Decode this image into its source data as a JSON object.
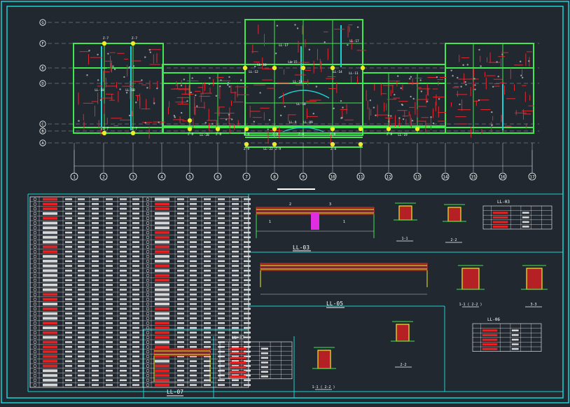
{
  "colors": {
    "background": "#212830",
    "frame": "#19d2d2",
    "beam_green": "#3fe84f",
    "beam_red": "#e6262e",
    "rebar_yellow": "#eeee22",
    "text_white": "#ffffff",
    "highlight_red": "#e52020",
    "column_magenta": "#e02de0"
  },
  "plan": {
    "row_axes": [
      "G",
      "F",
      "E",
      "D",
      "C",
      "B",
      "A"
    ],
    "col_axes": [
      "1",
      "2",
      "3",
      "4",
      "5",
      "6",
      "7",
      "8",
      "9",
      "10",
      "11",
      "12",
      "13",
      "14",
      "15",
      "16",
      "17"
    ],
    "beam_tags": [
      {
        "text": "Z-7"
      },
      {
        "text": "Z-7"
      },
      {
        "text": "LL-17"
      },
      {
        "text": "LL-17"
      },
      {
        "text": "LL-16"
      },
      {
        "text": "LL-15"
      },
      {
        "text": "LL-14"
      },
      {
        "text": "LL-12"
      },
      {
        "text": "LL-13"
      },
      {
        "text": "LL-18"
      },
      {
        "text": "LL-18"
      },
      {
        "text": "LL-11"
      },
      {
        "text": "LL-10"
      },
      {
        "text": "LL-9"
      },
      {
        "text": "LL-09"
      },
      {
        "text": "Z-8"
      },
      {
        "text": "Z-8"
      },
      {
        "text": "LL-20"
      },
      {
        "text": "Z-8"
      },
      {
        "text": "Z-8"
      },
      {
        "text": "Z-8"
      },
      {
        "text": "Z-8"
      },
      {
        "text": "LL-19"
      },
      {
        "text": "Z-8"
      },
      {
        "text": "LL-22"
      },
      {
        "text": "Z-9"
      },
      {
        "text": "Z-9"
      },
      {
        "text": "Z-8"
      },
      {
        "text": "Z-7"
      },
      {
        "text": "Z-7"
      }
    ]
  },
  "details": {
    "ll03": {
      "title": "LL-03"
    },
    "ll05": {
      "title": "LL-05"
    },
    "ll07": {
      "title": "LL-07"
    },
    "sections": [
      {
        "label": "1-1"
      },
      {
        "label": "2-2"
      },
      {
        "label": "1-1 ( 2-2 )"
      },
      {
        "label": "3-3"
      },
      {
        "label": "2-2"
      },
      {
        "label": "1-1 ( 2-2 )"
      }
    ],
    "tables": [
      {
        "title": "LL-03"
      },
      {
        "title": "LL-06"
      },
      {
        "title": "LL-07"
      }
    ]
  }
}
